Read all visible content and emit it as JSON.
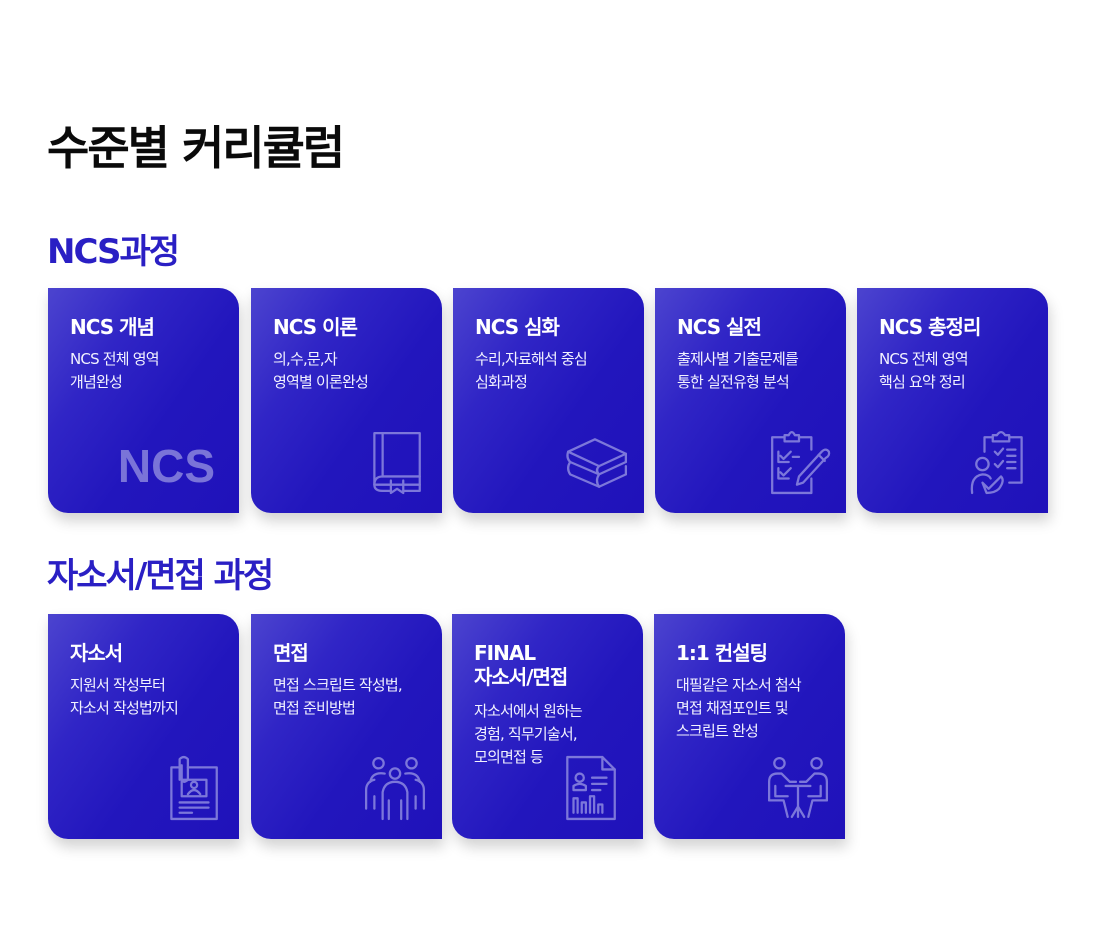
{
  "page": {
    "title": "수준별 커리큘럼"
  },
  "colors": {
    "card_bg": "#2216bd",
    "card_gradient_light": "#4c44cf",
    "section_title": "#2a1fc4",
    "icon": "#7c77da",
    "watermark": "#7a74d8"
  },
  "sections": [
    {
      "title": "NCS과정",
      "cards": [
        {
          "title": "NCS 개념",
          "description": "NCS 전체 영역\n개념완성",
          "icon": "ncs-text-watermark",
          "watermark": "NCS"
        },
        {
          "title": "NCS 이론",
          "description": "의,수,문,자\n영역별 이론완성",
          "icon": "book-icon"
        },
        {
          "title": "NCS 심화",
          "description": "수리,자료해석 중심\n심화과정",
          "icon": "stacked-books-icon"
        },
        {
          "title": "NCS 실전",
          "description": "출제사별 기출문제를\n통한 실전유형 분석",
          "icon": "clipboard-pencil-icon"
        },
        {
          "title": "NCS 총정리",
          "description": "NCS 전체 영역\n핵심 요약 정리",
          "icon": "clipboard-person-icon"
        }
      ]
    },
    {
      "title": "자소서/면접 과정",
      "cards": [
        {
          "title": "자소서",
          "description": "지원서 작성부터\n자소서 작성법까지",
          "icon": "resume-clip-icon"
        },
        {
          "title": "면접",
          "description": "면접 스크립트 작성법,\n면접 준비방법",
          "icon": "group-people-icon"
        },
        {
          "title": "FINAL\n자소서/면접",
          "description": "자소서에서 원하는\n경험, 직무기술서,\n모의면접 등",
          "icon": "document-profile-chart-icon"
        },
        {
          "title": "1:1 컨설팅",
          "description": "대필같은 자소서 첨삭\n면접 채점포인트 및\n스크립트 완성",
          "icon": "consulting-table-icon"
        }
      ]
    }
  ]
}
